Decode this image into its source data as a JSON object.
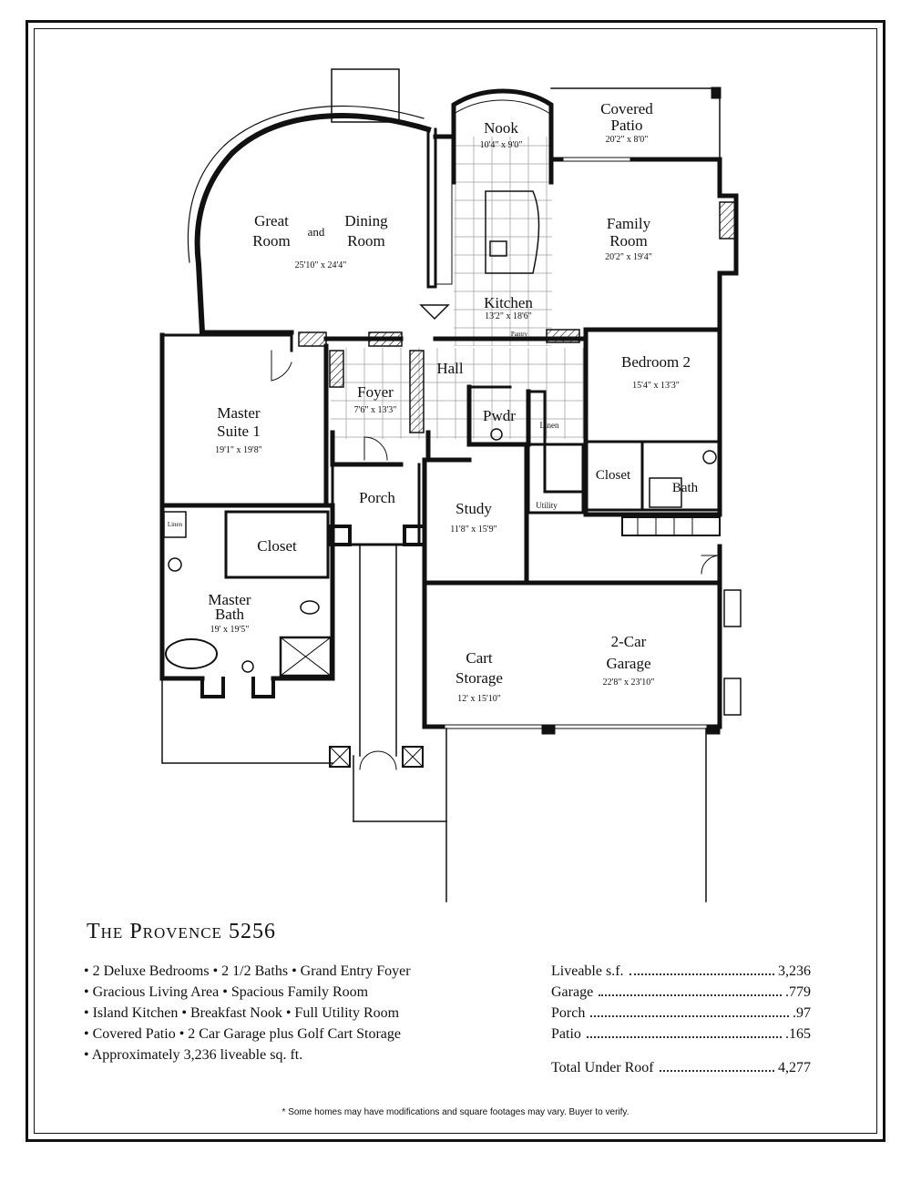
{
  "rooms": {
    "nook": {
      "name": "Nook",
      "dim": "10'4\" x 9'0\""
    },
    "covered_patio": {
      "name1": "Covered",
      "name2": "Patio",
      "dim": "20'2\" x 8'0\""
    },
    "great_room": {
      "name1": "Great",
      "name2": "Room",
      "joiner": "and",
      "name3": "Dining",
      "name4": "Room",
      "dim": "25'10\" x 24'4\""
    },
    "family_room": {
      "name1": "Family",
      "name2": "Room",
      "dim": "20'2\" x 19'4\""
    },
    "kitchen": {
      "name": "Kitchen",
      "dim": "13'2\" x 18'6\""
    },
    "pantry": {
      "name": "Pantry"
    },
    "hall": {
      "name": "Hall"
    },
    "foyer": {
      "name": "Foyer",
      "dim": "7'6\" x 13'3\""
    },
    "bedroom2": {
      "name": "Bedroom 2",
      "dim": "15'4\" x 13'3\""
    },
    "master_suite": {
      "name1": "Master",
      "name2": "Suite 1",
      "dim": "19'1\" x 19'8\""
    },
    "pwdr": {
      "name": "Pwdr"
    },
    "linen": {
      "name": "Linen"
    },
    "closet_bed2": {
      "name": "Closet"
    },
    "bath2": {
      "name": "Bath"
    },
    "porch": {
      "name": "Porch"
    },
    "study": {
      "name": "Study",
      "dim": "11'8\" x 15'9\""
    },
    "utility": {
      "name": "Utility"
    },
    "closet_master": {
      "name": "Closet"
    },
    "linen_master": {
      "name": "Linen"
    },
    "master_bath": {
      "name1": "Master",
      "name2": "Bath",
      "dim": "19' x 19'5\""
    },
    "cart_storage": {
      "name1": "Cart",
      "name2": "Storage",
      "dim": "12' x 15'10\""
    },
    "garage": {
      "name1": "2-Car",
      "name2": "Garage",
      "dim": "22'8\" x 23'10\""
    }
  },
  "plan_title": "The Provence 5256",
  "features": [
    "• 2 Deluxe Bedrooms • 2 1/2 Baths • Grand Entry Foyer",
    "• Gracious Living Area • Spacious Family Room",
    "• Island Kitchen • Breakfast Nook • Full Utility Room",
    "• Covered Patio • 2 Car Garage plus Golf Cart Storage",
    "• Approximately 3,236 liveable sq. ft."
  ],
  "square_footage": [
    {
      "label": "Liveable s.f.",
      "value": "3,236"
    },
    {
      "label": "Garage",
      "value": ".779"
    },
    {
      "label": "Porch",
      "value": ".97"
    },
    {
      "label": "Patio",
      "value": ".165"
    }
  ],
  "total": {
    "label": "Total Under Roof",
    "value": "4,277"
  },
  "disclaimer": "* Some homes may have modifications and square footages may vary. Buyer to verify."
}
